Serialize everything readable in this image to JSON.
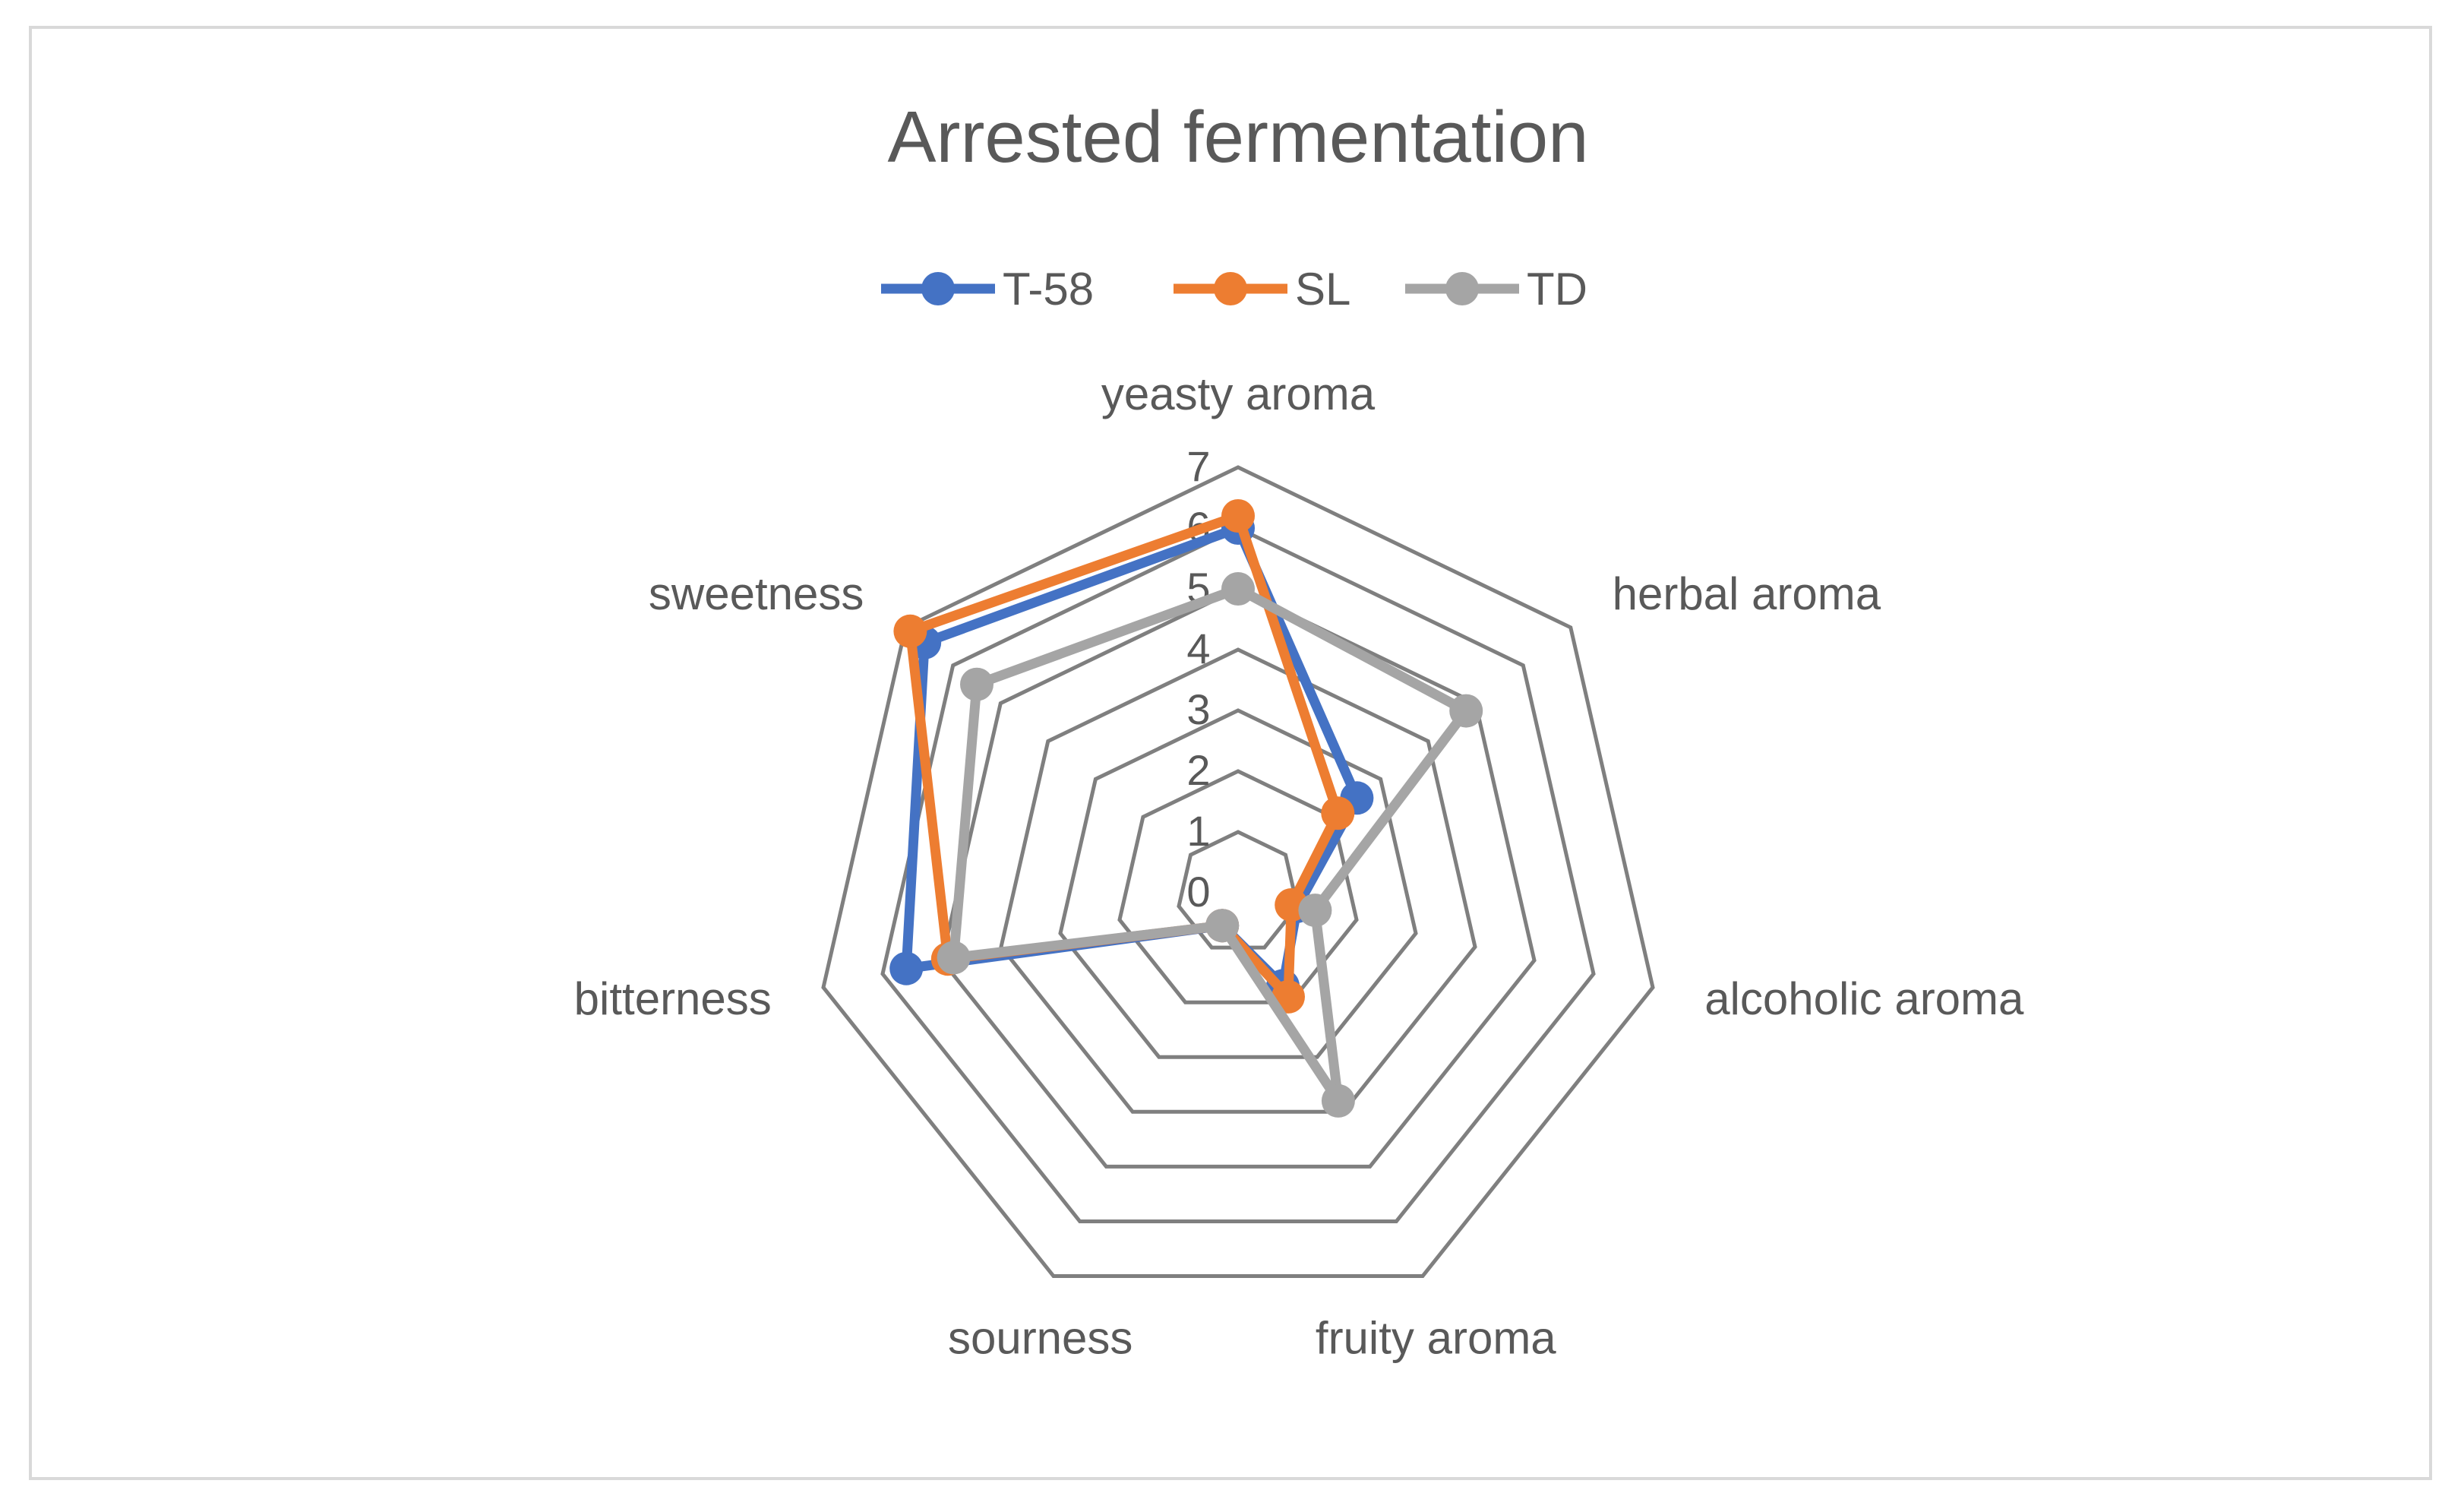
{
  "chart_data": {
    "type": "radar",
    "title": "Arrested fermentation",
    "axes": [
      "yeasty aroma",
      "herbal aroma",
      "alcoholic aroma",
      "fruity aroma",
      "sourness",
      "bitterness",
      "sweetness"
    ],
    "r_ticks": [
      "0",
      "1",
      "2",
      "3",
      "4",
      "5",
      "6",
      "7"
    ],
    "rlim": [
      0,
      7
    ],
    "grid": true,
    "legend_position": "top",
    "series": [
      {
        "name": "T-58",
        "color": "#4472c4",
        "values": [
          6.0,
          2.5,
          1.0,
          1.7,
          0.6,
          5.6,
          6.6
        ]
      },
      {
        "name": "SL",
        "color": "#ed7d31",
        "values": [
          6.2,
          2.1,
          0.9,
          1.9,
          0.6,
          4.9,
          6.9
        ]
      },
      {
        "name": "TD",
        "color": "#a5a5a5",
        "values": [
          5.0,
          4.8,
          1.3,
          3.8,
          0.6,
          4.8,
          5.5
        ]
      }
    ]
  }
}
